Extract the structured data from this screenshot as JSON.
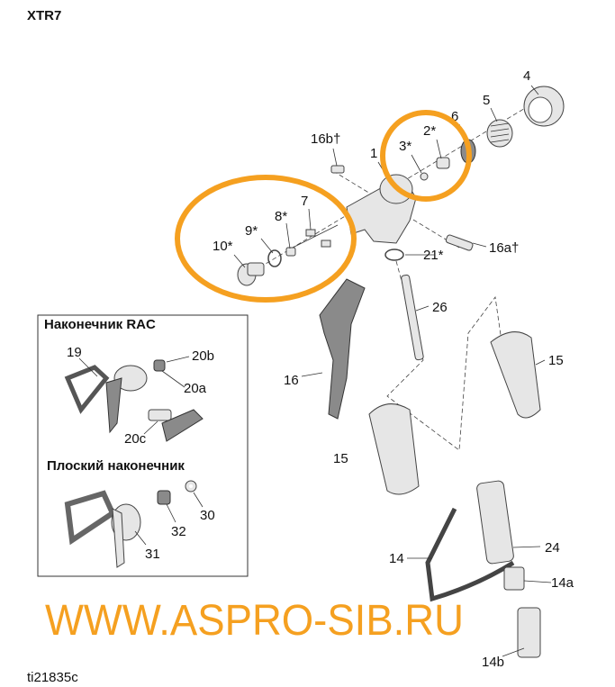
{
  "title": "XTR7",
  "figure_id": "ti21835c",
  "watermark": "WWW.ASPRO-SIB.RU",
  "highlight_color": "#f5a020",
  "inset": {
    "rac_title": "Наконечник RAC",
    "flat_title": "Плоский наконечник",
    "labels": {
      "p19": "19",
      "p20b": "20b",
      "p20a": "20a",
      "p20c": "20c",
      "p30": "30",
      "p32": "32",
      "p31": "31"
    }
  },
  "labels": {
    "p4": "4",
    "p5": "5",
    "p6": "6",
    "p2": "2*",
    "p3": "3*",
    "p1": "1",
    "p16b": "16b†",
    "p7": "7",
    "p8": "8*",
    "p9": "9*",
    "p10": "10*",
    "p21": "21*",
    "p16a": "16a†",
    "p26": "26",
    "p16": "16",
    "p15": "15",
    "p15b": "15",
    "p14": "14",
    "p24": "24",
    "p14a": "14a",
    "p14b": "14b"
  }
}
